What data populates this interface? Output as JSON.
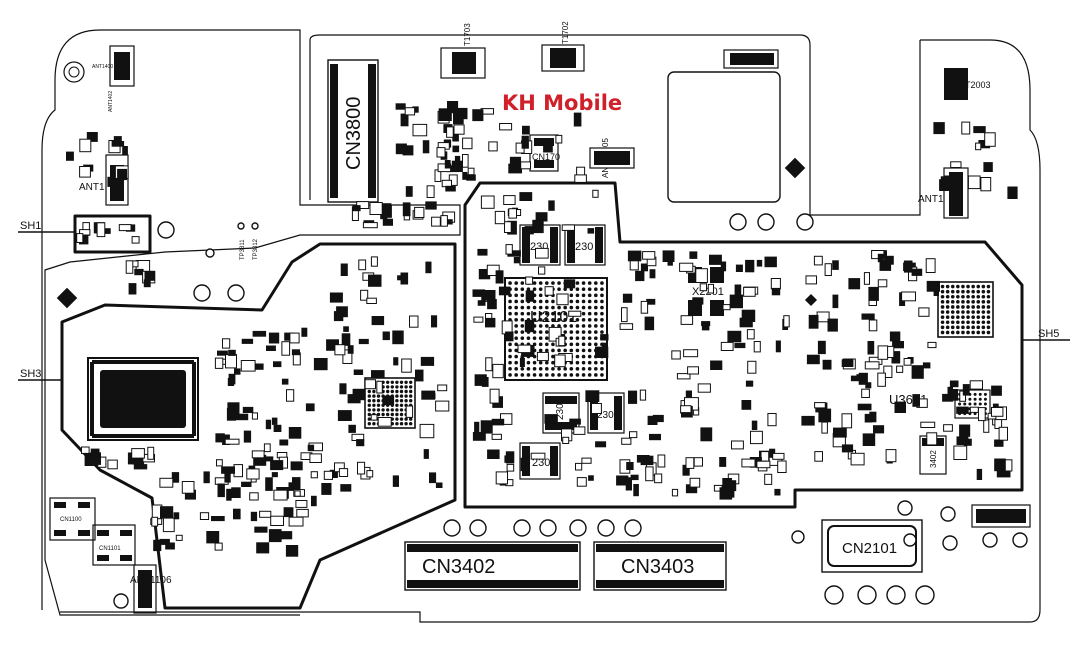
{
  "brand": {
    "text": "KH Mobile",
    "color": "#d0202a"
  },
  "shields": [
    "SH1",
    "SH3",
    "SH5"
  ],
  "connectors": {
    "cn3800": "CN3800",
    "cn3402": "CN3402",
    "cn3403": "CN3403",
    "cn2101": "CN2101",
    "cn1100": "CN1100",
    "cn1101": "CN1101",
    "cn1701": "CN170"
  },
  "chips": {
    "u2101": "U2101",
    "u3601": "U3601",
    "x2201": "X2201"
  },
  "antennas": [
    "ANT1400",
    "ANT1402",
    "ANT1",
    "ANT1",
    "ANT1106",
    "AN",
    "05"
  ],
  "test_points": [
    "TP3811",
    "TP3812"
  ],
  "transformers": [
    "T1703",
    "T1702",
    "T2003"
  ],
  "small_labels": [
    "230",
    "230",
    "230",
    "230",
    "230",
    "3402"
  ]
}
